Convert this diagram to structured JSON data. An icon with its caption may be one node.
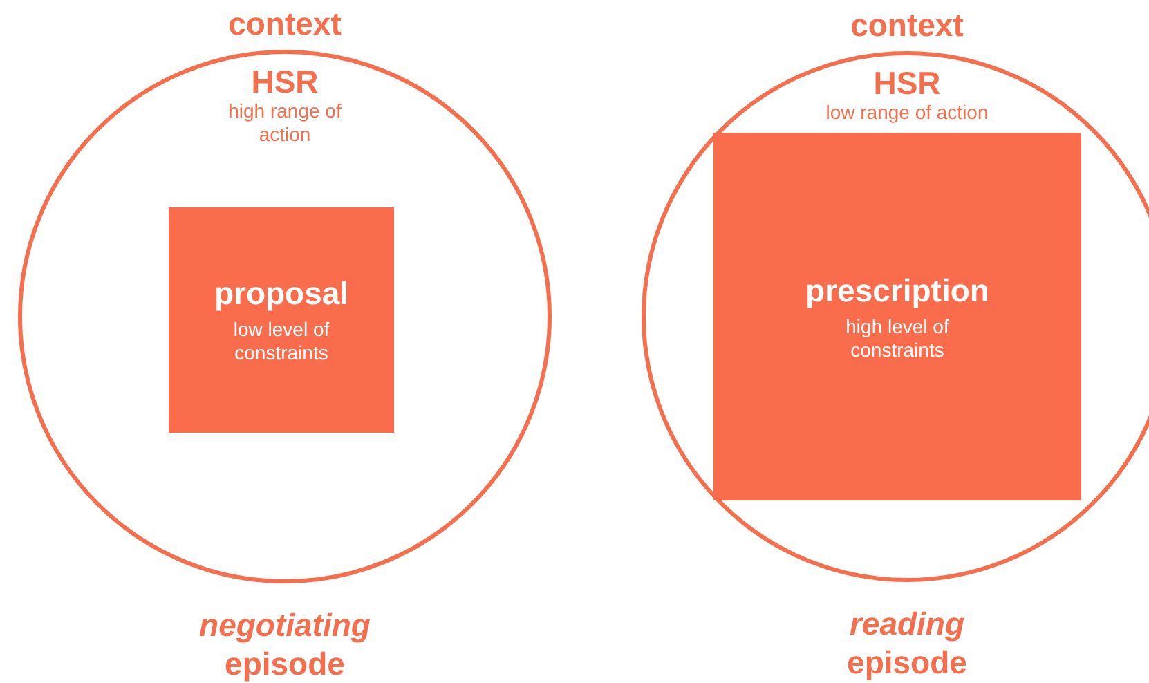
{
  "diagram": {
    "nodes": [
      {
        "text": [
          "context",
          "HSR",
          "high range of action"
        ],
        "beside": [
          "*negotiating* episode"
        ]
      },
      {
        "text": [
          "proposal",
          "low level of constraints"
        ],
        "in": 0
      },
      {
        "text": [
          "context",
          "HSR",
          "low range of action"
        ],
        "beside": [
          "*reading* episode"
        ]
      },
      {
        "text": [
          "prescription",
          "high level of constraints"
        ],
        "in": 2
      }
    ]
  }
}
